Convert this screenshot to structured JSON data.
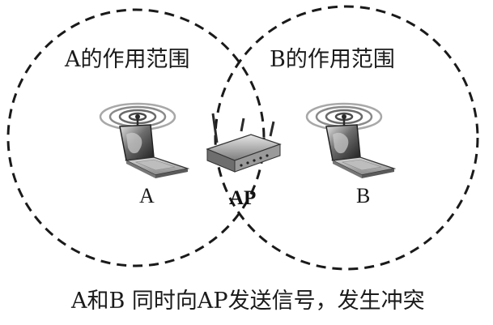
{
  "diagram": {
    "range_a_label": "A的作用范围",
    "range_b_label": "B的作用范围",
    "station_a_label": "A",
    "station_b_label": "B",
    "ap_label": "AP",
    "caption": "A和B 同时向AP发送信号，发生冲突"
  },
  "icons": {
    "station_a": "laptop-wifi-icon",
    "station_b": "laptop-wifi-icon",
    "access_point": "wireless-router-icon"
  },
  "colors": {
    "ink": "#1a1a1a",
    "laptop_body": "#9a9a9a",
    "screen": "#3a3a3a"
  }
}
